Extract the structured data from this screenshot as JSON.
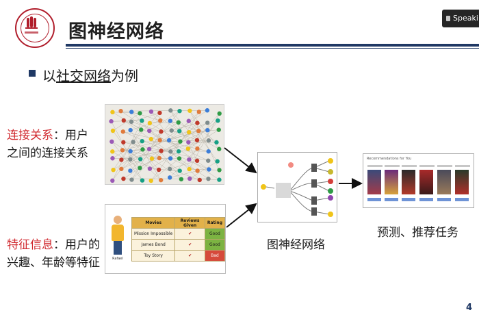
{
  "header": {
    "title": "图神经网络",
    "speaking_label": "Speaki"
  },
  "bullet": {
    "prefix": "以",
    "underlined": "社交网络",
    "suffix": "为例"
  },
  "connection": {
    "term": "连接关系",
    "sep": "：",
    "rest_line1": "用户",
    "line2": "之间的连接关系"
  },
  "features": {
    "term": "特征信息",
    "sep": "：",
    "rest_line1": "用户的",
    "line2": "兴趣、年龄等特征"
  },
  "feature_table": {
    "headers": [
      "Movies",
      "Reviews Given",
      "Rating"
    ],
    "rows": [
      {
        "movie": "Mission Impossible",
        "rating": "Good"
      },
      {
        "movie": "James Bond",
        "rating": "Good"
      },
      {
        "movie": "Toy Story",
        "rating": "Bad"
      }
    ],
    "person_label": "Rafael"
  },
  "gnn_label": "图神经网络",
  "recommendations": {
    "title": "Recommendations for You"
  },
  "task_label": "预测、推荐任务",
  "page_number": "4",
  "colors": {
    "accent_red": "#d0282e",
    "navy": "#1f3864",
    "good": "#7cb342",
    "bad": "#d64a3b"
  }
}
